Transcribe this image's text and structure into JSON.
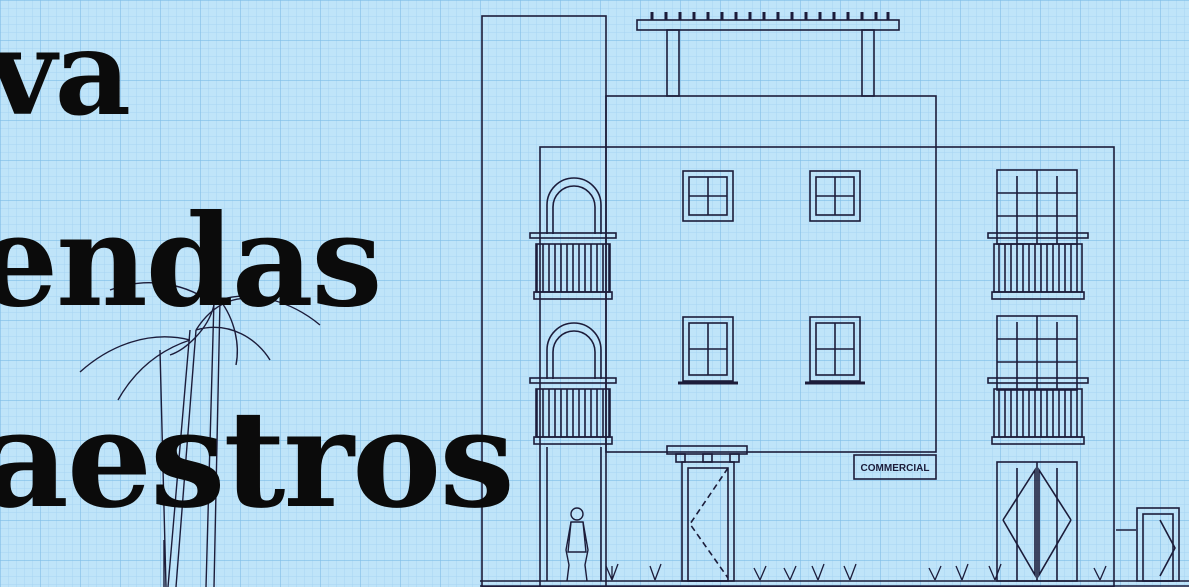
{
  "headline": {
    "line1": "va",
    "line2": "endas",
    "line3": "aestros"
  },
  "drawing": {
    "sign_label": "COMMERCIAL"
  },
  "colors": {
    "background": "#bfe4f9",
    "grid_major": "#7fbde6",
    "grid_minor": "#a7d4f2",
    "ink": "#1c1c3a",
    "headline": "#0b0b0b"
  }
}
